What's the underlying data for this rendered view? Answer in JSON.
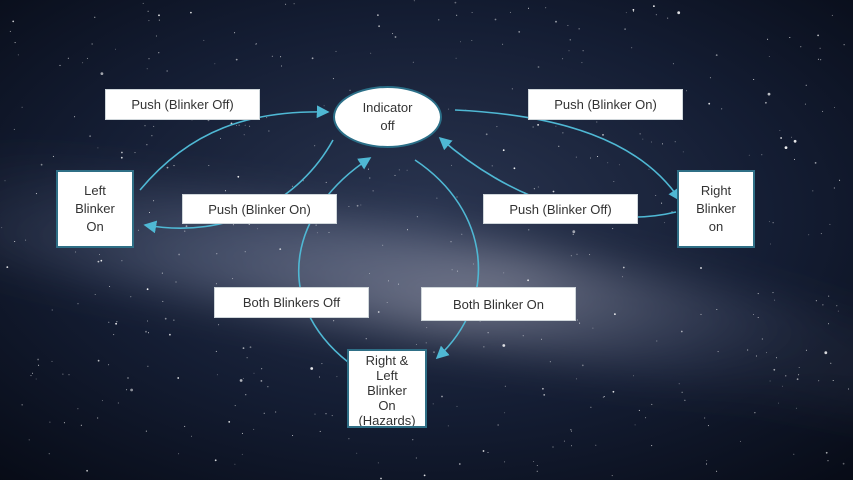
{
  "diagram": {
    "states": {
      "indicator_off": "Indicator\noff",
      "left_blinker_on": "Left\nBlinker\nOn",
      "right_blinker_on": "Right\nBlinker\non",
      "hazards": "Right &\nLeft\nBlinker\nOn\n(Hazards)"
    },
    "transitions": {
      "left_to_off": "Push (Blinker Off)",
      "off_to_right": "Push (Blinker On)",
      "off_to_left": "Push (Blinker On)",
      "right_to_off": "Push (Blinker Off)",
      "hazards_to_off": "Both Blinkers Off",
      "off_to_hazards": "Both Blinker On"
    }
  },
  "colors": {
    "arrow": "#4fb8d4",
    "box_fill": "#ffffff",
    "text": "#333333",
    "background": "#0b1424"
  }
}
